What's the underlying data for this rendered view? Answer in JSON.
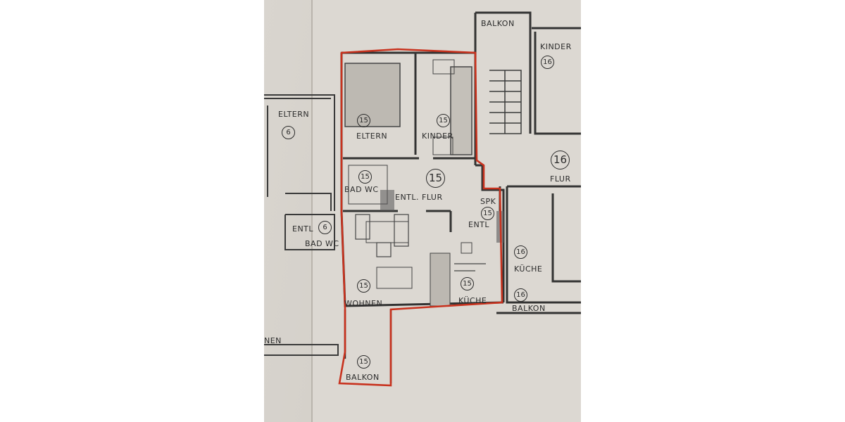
{
  "plan": {
    "colors": {
      "paper": "#d7d3cc",
      "ink": "#2b2b2b",
      "unit_outline": "#c8321e"
    },
    "rooms": {
      "balkon_top": "BALKON",
      "kinder_right": "KINDER",
      "kinder_right_num": "16",
      "eltern_left": "ELTERN",
      "eltern_left_num": "6",
      "eltern_15": "ELTERN",
      "eltern_15_num": "15",
      "kinder_15": "KINDER",
      "kinder_15_num": "15",
      "unit_15_num": "15",
      "unit_16_num": "16",
      "flur_16": "FLUR",
      "bad_15": "BAD WC",
      "bad_15_num": "15",
      "entl_flur": "ENTL. FLUR",
      "spk": "SPK",
      "spk_num": "15",
      "entl_right": "ENTL",
      "entl_left": "ENTL",
      "entl_left_num": "6",
      "bad_left": "BAD WC",
      "kueche_16_num": "16",
      "kueche_16": "KÜCHE",
      "wohnen_15_num": "15",
      "wohnen_15": "WOHNEN",
      "kueche_15_num": "15",
      "kueche_15": "KÜCHE",
      "balkon_16_num": "16",
      "balkon_16": "BALKON",
      "wohnen_left": "NEN",
      "balkon_15_num": "15",
      "balkon_15": "BALKON"
    }
  }
}
